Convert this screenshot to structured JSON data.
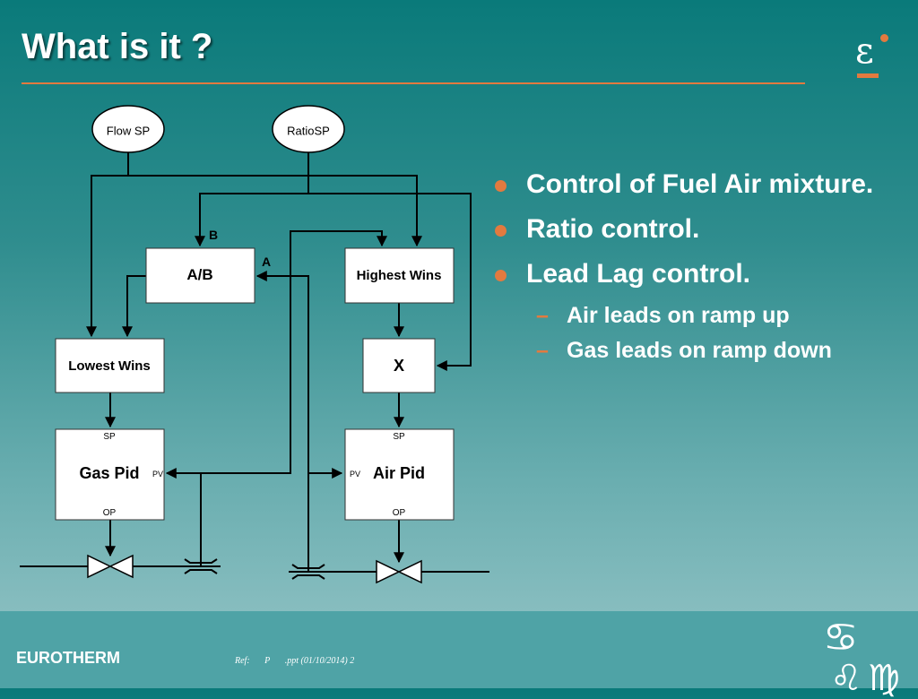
{
  "slide": {
    "title": "What is it ?"
  },
  "diagram": {
    "nodes": {
      "flow_sp": "Flow SP",
      "ratio_sp": "RatioSP",
      "ab": "A/B",
      "highest_wins": "Highest Wins",
      "lowest_wins": "Lowest Wins",
      "multiply": "X",
      "gas_pid": "Gas Pid",
      "air_pid": "Air Pid"
    },
    "labels": {
      "input_a": "A",
      "input_b": "B",
      "sp": "SP",
      "pv": "PV",
      "op": "OP"
    }
  },
  "bullets": [
    {
      "text": "Control of Fuel Air mixture."
    },
    {
      "text": "Ratio control."
    },
    {
      "text": "Lead Lag control.",
      "sub": [
        "Air leads on ramp up",
        "Gas leads on ramp down"
      ]
    }
  ],
  "footer": {
    "brand": "EUROTHERM",
    "ref": "Ref:",
    "ref_code": "P",
    "file": ".ppt (01/10/2014) 2"
  },
  "icons": {
    "logo": "eurotherm-epsilon-logo",
    "corner": "zodiac-glyphs"
  },
  "colors": {
    "accent": "#e27a3f",
    "background_top": "#0a7a7a",
    "background_bottom": "#98c6c8",
    "text": "#ffffff"
  }
}
